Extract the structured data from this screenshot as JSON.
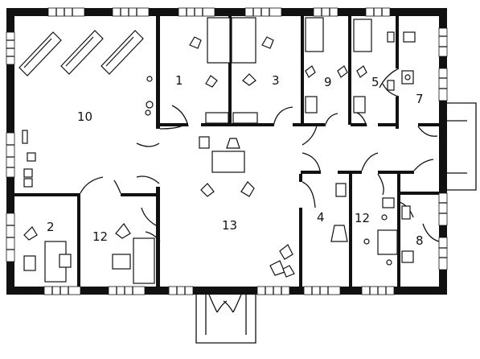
{
  "floor_plan": {
    "rooms": [
      {
        "id": "room-10",
        "label": "10"
      },
      {
        "id": "room-1",
        "label": "1"
      },
      {
        "id": "room-3",
        "label": "3"
      },
      {
        "id": "room-9",
        "label": "9"
      },
      {
        "id": "room-5",
        "label": "5"
      },
      {
        "id": "room-7",
        "label": "7"
      },
      {
        "id": "room-13",
        "label": "13"
      },
      {
        "id": "room-2",
        "label": "2"
      },
      {
        "id": "room-12-left",
        "label": "12"
      },
      {
        "id": "room-4",
        "label": "4"
      },
      {
        "id": "room-12-right",
        "label": "12"
      },
      {
        "id": "room-8",
        "label": "8"
      }
    ]
  }
}
